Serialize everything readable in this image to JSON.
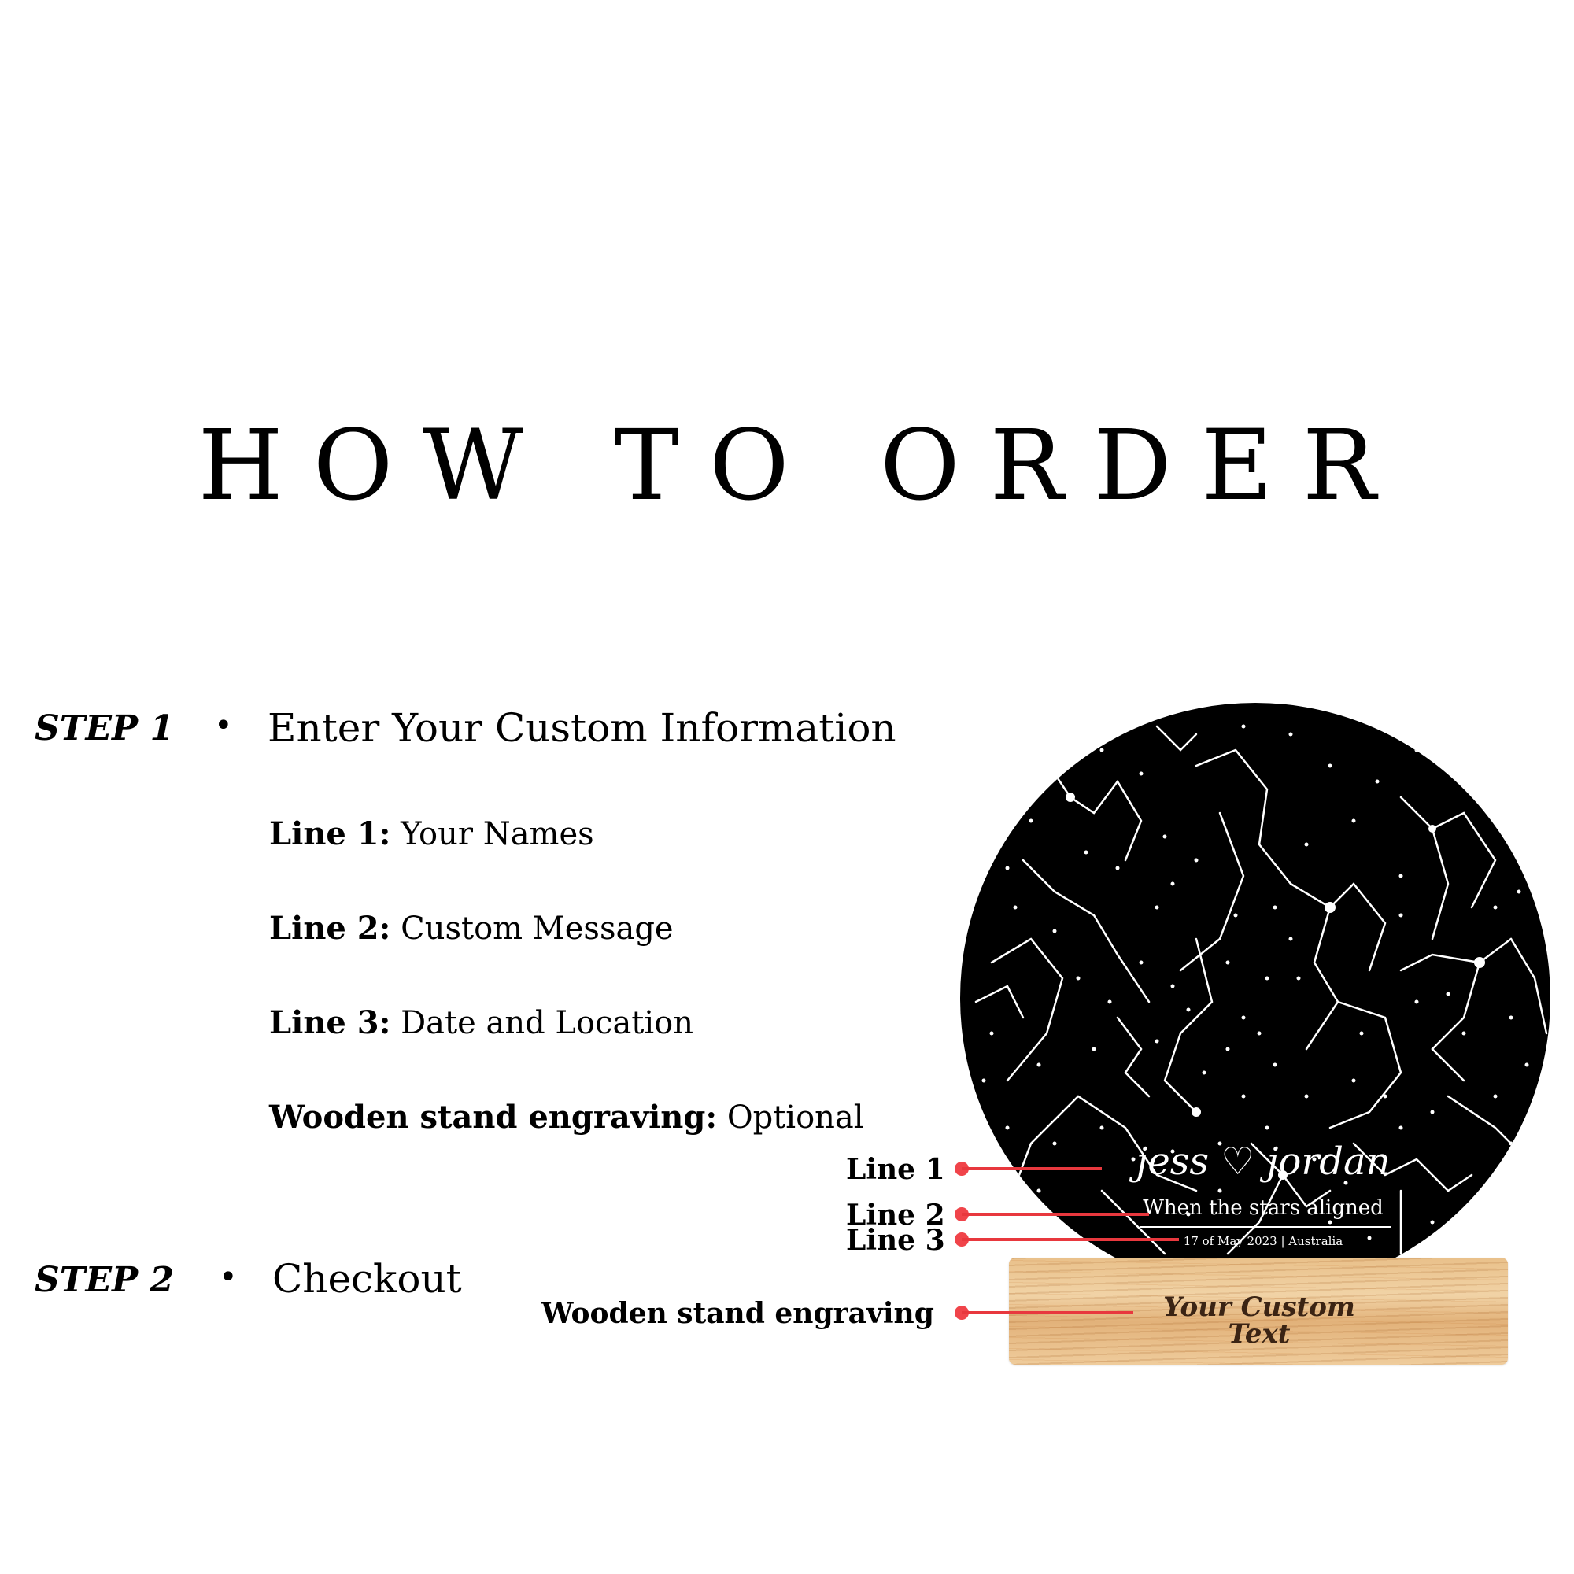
{
  "header": {
    "title": "HOW TO ORDER"
  },
  "steps": [
    {
      "label": "STEP 1",
      "bullet": "•",
      "text": "Enter Your Custom Information",
      "fields": [
        {
          "key": "Line 1:",
          "value": "Your Names"
        },
        {
          "key": "Line 2:",
          "value": "Custom Message"
        },
        {
          "key": "Line 3:",
          "value": "Date and Location"
        },
        {
          "key": "Wooden stand engraving:",
          "value": "Optional"
        }
      ]
    },
    {
      "label": "STEP 2",
      "bullet": "•",
      "text": "Checkout"
    }
  ],
  "product": {
    "callouts": [
      {
        "label": "Line 1"
      },
      {
        "label": "Line 2"
      },
      {
        "label": "Line 3"
      },
      {
        "label": "Wooden stand engraving"
      }
    ],
    "disc": {
      "names": "jess ♡ jordan",
      "message": "When the stars aligned",
      "date_location": "17 of May 2023 | Australia"
    },
    "stand": {
      "engraving": "Your Custom Text"
    }
  },
  "colors": {
    "pointer": "#f0444a",
    "disc": "#000000",
    "wood": "#e9c08a",
    "engraving": "#3b2414"
  }
}
